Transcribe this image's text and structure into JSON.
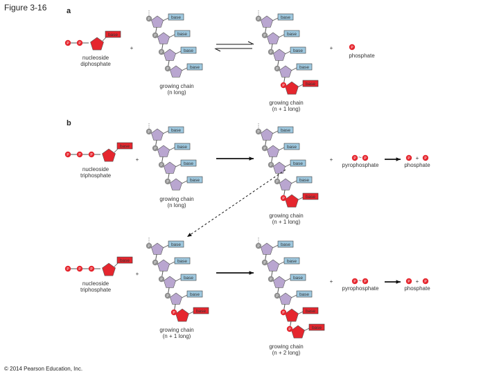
{
  "figure": {
    "title": "Figure 3-16",
    "copyright": "© 2014 Pearson Education, Inc.",
    "panel_a_label": "a",
    "panel_b_label": "b"
  },
  "labels": {
    "base": "base",
    "p": "P",
    "plus": "+",
    "nucleoside_diphosphate": [
      "nucleoside",
      "diphosphate"
    ],
    "nucleoside_triphosphate": [
      "nucleoside",
      "triphosphate"
    ],
    "growing_chain_n": [
      "growing chain",
      "(n long)"
    ],
    "growing_chain_n1": [
      "growing chain",
      "(n + 1 long)"
    ],
    "growing_chain_n2": [
      "growing chain",
      "(n + 2 long)"
    ],
    "phosphate": "phosphate",
    "pyrophosphate": "pyrophosphate",
    "pp_symbol": "P ~ P"
  },
  "colors": {
    "sugar_purple": "#b9a6d0",
    "nucleotide_red": "#e5262e",
    "base_blue": "#9ec8df",
    "phosphate_gray": "#8f8f8f",
    "arrow": "#111111"
  }
}
